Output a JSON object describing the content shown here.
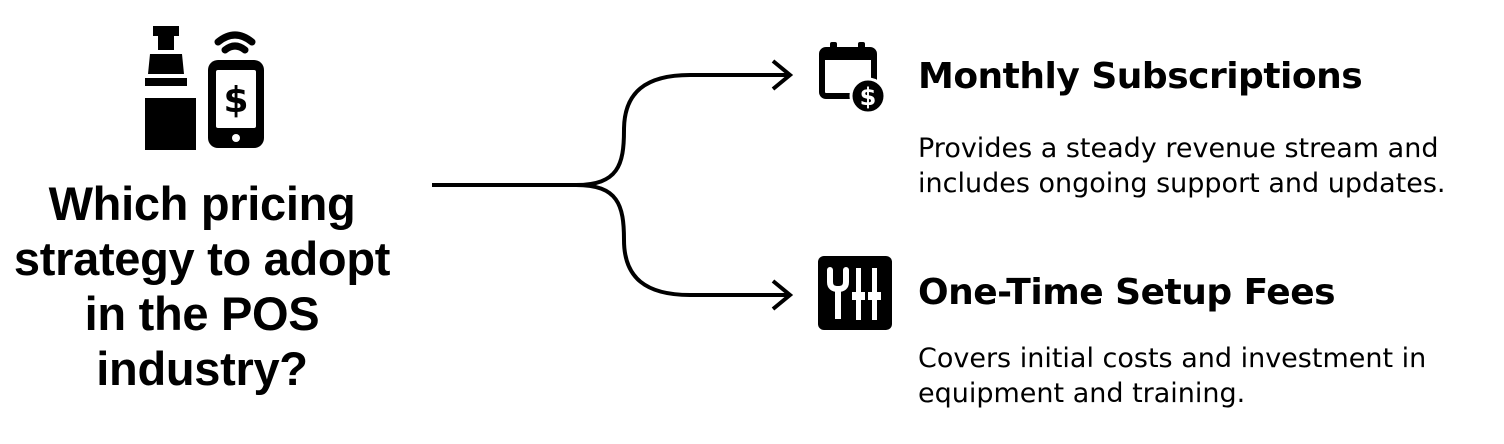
{
  "question": {
    "text": "Which pricing strategy to adopt in the POS industry?",
    "icon": "pos-terminal-icon"
  },
  "options": [
    {
      "title": "Monthly Subscriptions",
      "description": "Provides a steady revenue stream and includes ongoing support and updates.",
      "icon": "calendar-dollar-icon"
    },
    {
      "title": "One-Time Setup Fees",
      "description": "Covers initial costs and investment in equipment and training.",
      "icon": "tools-icon"
    }
  ],
  "colors": {
    "ink": "#000000",
    "background": "#ffffff"
  }
}
